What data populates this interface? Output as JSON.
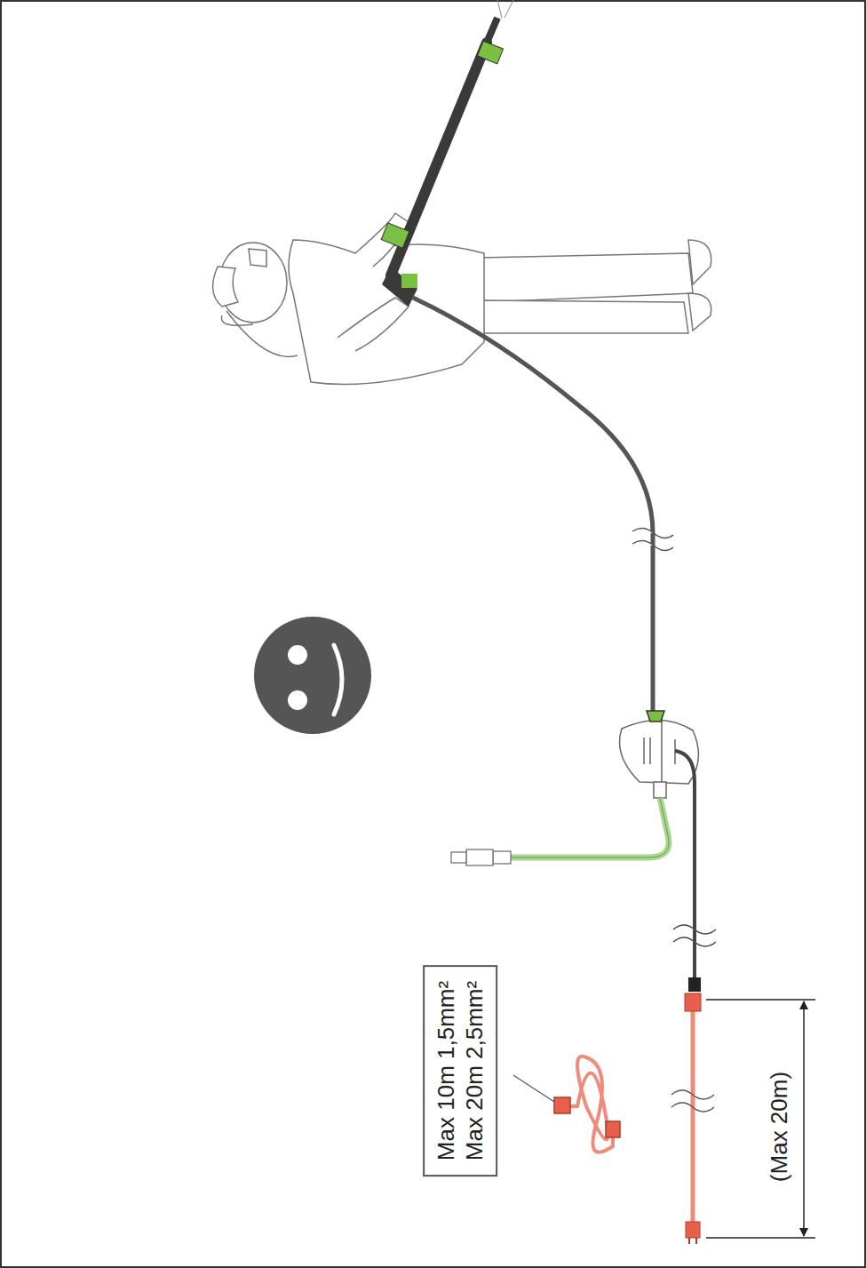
{
  "diagram": {
    "nodes": [
      {
        "text": [
          "Max 10m 1,5mm²",
          "Max 20m 2,5mm²"
        ]
      }
    ],
    "edges": [],
    "labels": [
      "(Max 20m)"
    ]
  }
}
